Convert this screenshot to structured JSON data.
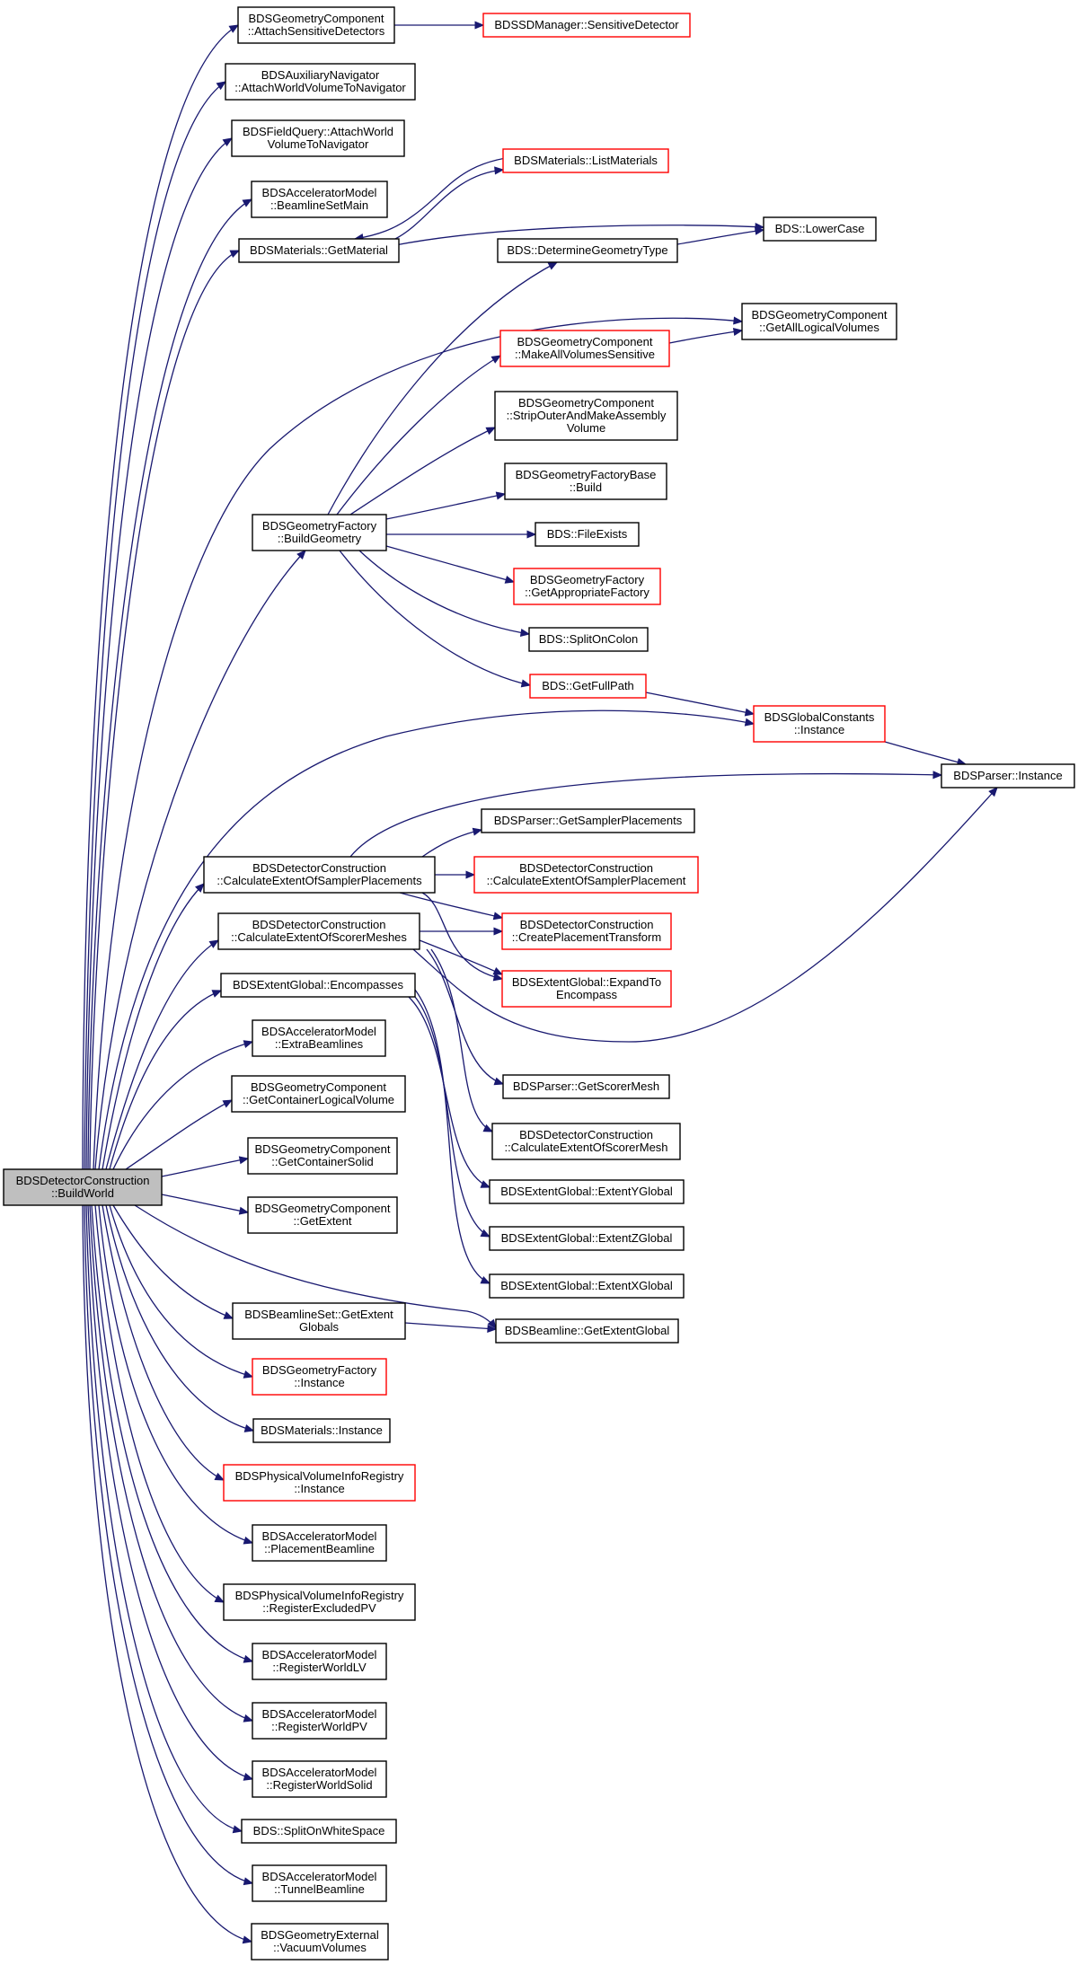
{
  "diagram": {
    "root": "BuildWorld",
    "colors": {
      "edge": "#191970",
      "node_border": "#000000",
      "node_border_truncated": "#ff0000",
      "root_fill": "#bfbfbf",
      "node_fill": "#ffffff"
    },
    "nodes": {
      "BuildWorld": {
        "lines": [
          "BDSDetectorConstruction",
          "::BuildWorld"
        ]
      },
      "AttachSensitiveDetectors": {
        "lines": [
          "BDSGeometryComponent",
          "::AttachSensitiveDetectors"
        ]
      },
      "SensitiveDetector": {
        "lines": [
          "BDSSDManager::SensitiveDetector"
        ],
        "truncated": true
      },
      "AttachWorldVolumeToNavigator": {
        "lines": [
          "BDSAuxiliaryNavigator",
          "::AttachWorldVolumeToNavigator"
        ]
      },
      "FieldQueryAttach": {
        "lines": [
          "BDSFieldQuery::AttachWorld",
          "VolumeToNavigator"
        ]
      },
      "BeamlineSetMain": {
        "lines": [
          "BDSAcceleratorModel",
          "::BeamlineSetMain"
        ]
      },
      "GetMaterial": {
        "lines": [
          "BDSMaterials::GetMaterial"
        ]
      },
      "ListMaterials": {
        "lines": [
          "BDSMaterials::ListMaterials"
        ],
        "truncated": true
      },
      "LowerCase": {
        "lines": [
          "BDS::LowerCase"
        ]
      },
      "DetermineGeometryType": {
        "lines": [
          "BDS::DetermineGeometryType"
        ]
      },
      "GetAllLogicalVolumes": {
        "lines": [
          "BDSGeometryComponent",
          "::GetAllLogicalVolumes"
        ]
      },
      "MakeAllVolumesSensitive": {
        "lines": [
          "BDSGeometryComponent",
          "::MakeAllVolumesSensitive"
        ],
        "truncated": true
      },
      "StripOuter": {
        "lines": [
          "BDSGeometryComponent",
          "::StripOuterAndMakeAssembly",
          "Volume"
        ]
      },
      "FactoryBaseBuild": {
        "lines": [
          "BDSGeometryFactoryBase",
          "::Build"
        ]
      },
      "BuildGeometry": {
        "lines": [
          "BDSGeometryFactory",
          "::BuildGeometry"
        ]
      },
      "FileExists": {
        "lines": [
          "BDS::FileExists"
        ]
      },
      "GetAppropriateFactory": {
        "lines": [
          "BDSGeometryFactory",
          "::GetAppropriateFactory"
        ],
        "truncated": true
      },
      "SplitOnColon": {
        "lines": [
          "BDS::SplitOnColon"
        ]
      },
      "GetFullPath": {
        "lines": [
          "BDS::GetFullPath"
        ],
        "truncated": true
      },
      "GlobalConstantsInstance": {
        "lines": [
          "BDSGlobalConstants",
          "::Instance"
        ],
        "truncated": true
      },
      "ParserInstance": {
        "lines": [
          "BDSParser::Instance"
        ]
      },
      "GetSamplerPlacements": {
        "lines": [
          "BDSParser::GetSamplerPlacements"
        ]
      },
      "CalcExtentSamplerPlacements": {
        "lines": [
          "BDSDetectorConstruction",
          "::CalculateExtentOfSamplerPlacements"
        ]
      },
      "CalcExtentSamplerPlacement": {
        "lines": [
          "BDSDetectorConstruction",
          "::CalculateExtentOfSamplerPlacement"
        ],
        "truncated": true
      },
      "CalcExtentScorerMeshes": {
        "lines": [
          "BDSDetectorConstruction",
          "::CalculateExtentOfScorerMeshes"
        ]
      },
      "CreatePlacementTransform": {
        "lines": [
          "BDSDetectorConstruction",
          "::CreatePlacementTransform"
        ],
        "truncated": true
      },
      "Encompasses": {
        "lines": [
          "BDSExtentGlobal::Encompasses"
        ]
      },
      "ExpandToEncompass": {
        "lines": [
          "BDSExtentGlobal::ExpandTo",
          "Encompass"
        ],
        "truncated": true
      },
      "ExtraBeamlines": {
        "lines": [
          "BDSAcceleratorModel",
          "::ExtraBeamlines"
        ]
      },
      "GetScorerMesh": {
        "lines": [
          "BDSParser::GetScorerMesh"
        ]
      },
      "GetContainerLogicalVolume": {
        "lines": [
          "BDSGeometryComponent",
          "::GetContainerLogicalVolume"
        ]
      },
      "CalcExtentScorerMesh": {
        "lines": [
          "BDSDetectorConstruction",
          "::CalculateExtentOfScorerMesh"
        ]
      },
      "GetContainerSolid": {
        "lines": [
          "BDSGeometryComponent",
          "::GetContainerSolid"
        ]
      },
      "ExtentYGlobal": {
        "lines": [
          "BDSExtentGlobal::ExtentYGlobal"
        ]
      },
      "GetExtent": {
        "lines": [
          "BDSGeometryComponent",
          "::GetExtent"
        ]
      },
      "ExtentZGlobal": {
        "lines": [
          "BDSExtentGlobal::ExtentZGlobal"
        ]
      },
      "ExtentXGlobal": {
        "lines": [
          "BDSExtentGlobal::ExtentXGlobal"
        ]
      },
      "GetExtentGlobals": {
        "lines": [
          "BDSBeamlineSet::GetExtent",
          "Globals"
        ]
      },
      "GetExtentGlobal": {
        "lines": [
          "BDSBeamline::GetExtentGlobal"
        ]
      },
      "GeometryFactoryInstance": {
        "lines": [
          "BDSGeometryFactory",
          "::Instance"
        ],
        "truncated": true
      },
      "MaterialsInstance": {
        "lines": [
          "BDSMaterials::Instance"
        ]
      },
      "PVInfoRegistryInstance": {
        "lines": [
          "BDSPhysicalVolumeInfoRegistry",
          "::Instance"
        ],
        "truncated": true
      },
      "PlacementBeamline": {
        "lines": [
          "BDSAcceleratorModel",
          "::PlacementBeamline"
        ]
      },
      "RegisterExcludedPV": {
        "lines": [
          "BDSPhysicalVolumeInfoRegistry",
          "::RegisterExcludedPV"
        ]
      },
      "RegisterWorldLV": {
        "lines": [
          "BDSAcceleratorModel",
          "::RegisterWorldLV"
        ]
      },
      "RegisterWorldPV": {
        "lines": [
          "BDSAcceleratorModel",
          "::RegisterWorldPV"
        ]
      },
      "RegisterWorldSolid": {
        "lines": [
          "BDSAcceleratorModel",
          "::RegisterWorldSolid"
        ]
      },
      "SplitOnWhiteSpace": {
        "lines": [
          "BDS::SplitOnWhiteSpace"
        ]
      },
      "TunnelBeamline": {
        "lines": [
          "BDSAcceleratorModel",
          "::TunnelBeamline"
        ]
      },
      "VacuumVolumes": {
        "lines": [
          "BDSGeometryExternal",
          "::VacuumVolumes"
        ]
      }
    },
    "edges": [
      [
        "BuildWorld",
        "AttachSensitiveDetectors"
      ],
      [
        "BuildWorld",
        "AttachWorldVolumeToNavigator"
      ],
      [
        "BuildWorld",
        "FieldQueryAttach"
      ],
      [
        "BuildWorld",
        "BeamlineSetMain"
      ],
      [
        "BuildWorld",
        "GetMaterial"
      ],
      [
        "BuildWorld",
        "GetAllLogicalVolumes"
      ],
      [
        "BuildWorld",
        "BuildGeometry"
      ],
      [
        "BuildWorld",
        "GlobalConstantsInstance"
      ],
      [
        "BuildWorld",
        "CalcExtentSamplerPlacements"
      ],
      [
        "BuildWorld",
        "CalcExtentScorerMeshes"
      ],
      [
        "BuildWorld",
        "Encompasses"
      ],
      [
        "BuildWorld",
        "ExtraBeamlines"
      ],
      [
        "BuildWorld",
        "GetContainerLogicalVolume"
      ],
      [
        "BuildWorld",
        "GetContainerSolid"
      ],
      [
        "BuildWorld",
        "GetExtent"
      ],
      [
        "BuildWorld",
        "GetExtentGlobal"
      ],
      [
        "BuildWorld",
        "GetExtentGlobals"
      ],
      [
        "BuildWorld",
        "GeometryFactoryInstance"
      ],
      [
        "BuildWorld",
        "MaterialsInstance"
      ],
      [
        "BuildWorld",
        "PVInfoRegistryInstance"
      ],
      [
        "BuildWorld",
        "PlacementBeamline"
      ],
      [
        "BuildWorld",
        "RegisterExcludedPV"
      ],
      [
        "BuildWorld",
        "RegisterWorldLV"
      ],
      [
        "BuildWorld",
        "RegisterWorldPV"
      ],
      [
        "BuildWorld",
        "RegisterWorldSolid"
      ],
      [
        "BuildWorld",
        "SplitOnWhiteSpace"
      ],
      [
        "BuildWorld",
        "TunnelBeamline"
      ],
      [
        "BuildWorld",
        "VacuumVolumes"
      ],
      [
        "AttachSensitiveDetectors",
        "SensitiveDetector"
      ],
      [
        "GetMaterial",
        "ListMaterials"
      ],
      [
        "GetMaterial",
        "LowerCase"
      ],
      [
        "ListMaterials",
        "GetMaterial"
      ],
      [
        "BuildGeometry",
        "DetermineGeometryType"
      ],
      [
        "BuildGeometry",
        "MakeAllVolumesSensitive"
      ],
      [
        "BuildGeometry",
        "StripOuter"
      ],
      [
        "BuildGeometry",
        "FactoryBaseBuild"
      ],
      [
        "BuildGeometry",
        "FileExists"
      ],
      [
        "BuildGeometry",
        "GetAppropriateFactory"
      ],
      [
        "BuildGeometry",
        "SplitOnColon"
      ],
      [
        "BuildGeometry",
        "GetFullPath"
      ],
      [
        "DetermineGeometryType",
        "LowerCase"
      ],
      [
        "MakeAllVolumesSensitive",
        "GetAllLogicalVolumes"
      ],
      [
        "GetFullPath",
        "GlobalConstantsInstance"
      ],
      [
        "GlobalConstantsInstance",
        "ParserInstance"
      ],
      [
        "CalcExtentSamplerPlacements",
        "ParserInstance"
      ],
      [
        "CalcExtentSamplerPlacements",
        "GetSamplerPlacements"
      ],
      [
        "CalcExtentSamplerPlacements",
        "CalcExtentSamplerPlacement"
      ],
      [
        "CalcExtentSamplerPlacements",
        "CreatePlacementTransform"
      ],
      [
        "CalcExtentSamplerPlacements",
        "ExpandToEncompass"
      ],
      [
        "CalcExtentScorerMeshes",
        "CreatePlacementTransform"
      ],
      [
        "CalcExtentScorerMeshes",
        "ExpandToEncompass"
      ],
      [
        "CalcExtentScorerMeshes",
        "ParserInstance"
      ],
      [
        "CalcExtentScorerMeshes",
        "GetScorerMesh"
      ],
      [
        "CalcExtentScorerMeshes",
        "CalcExtentScorerMesh"
      ],
      [
        "Encompasses",
        "ExtentYGlobal"
      ],
      [
        "Encompasses",
        "ExtentZGlobal"
      ],
      [
        "Encompasses",
        "ExtentXGlobal"
      ],
      [
        "GetExtentGlobals",
        "GetExtentGlobal"
      ]
    ]
  }
}
